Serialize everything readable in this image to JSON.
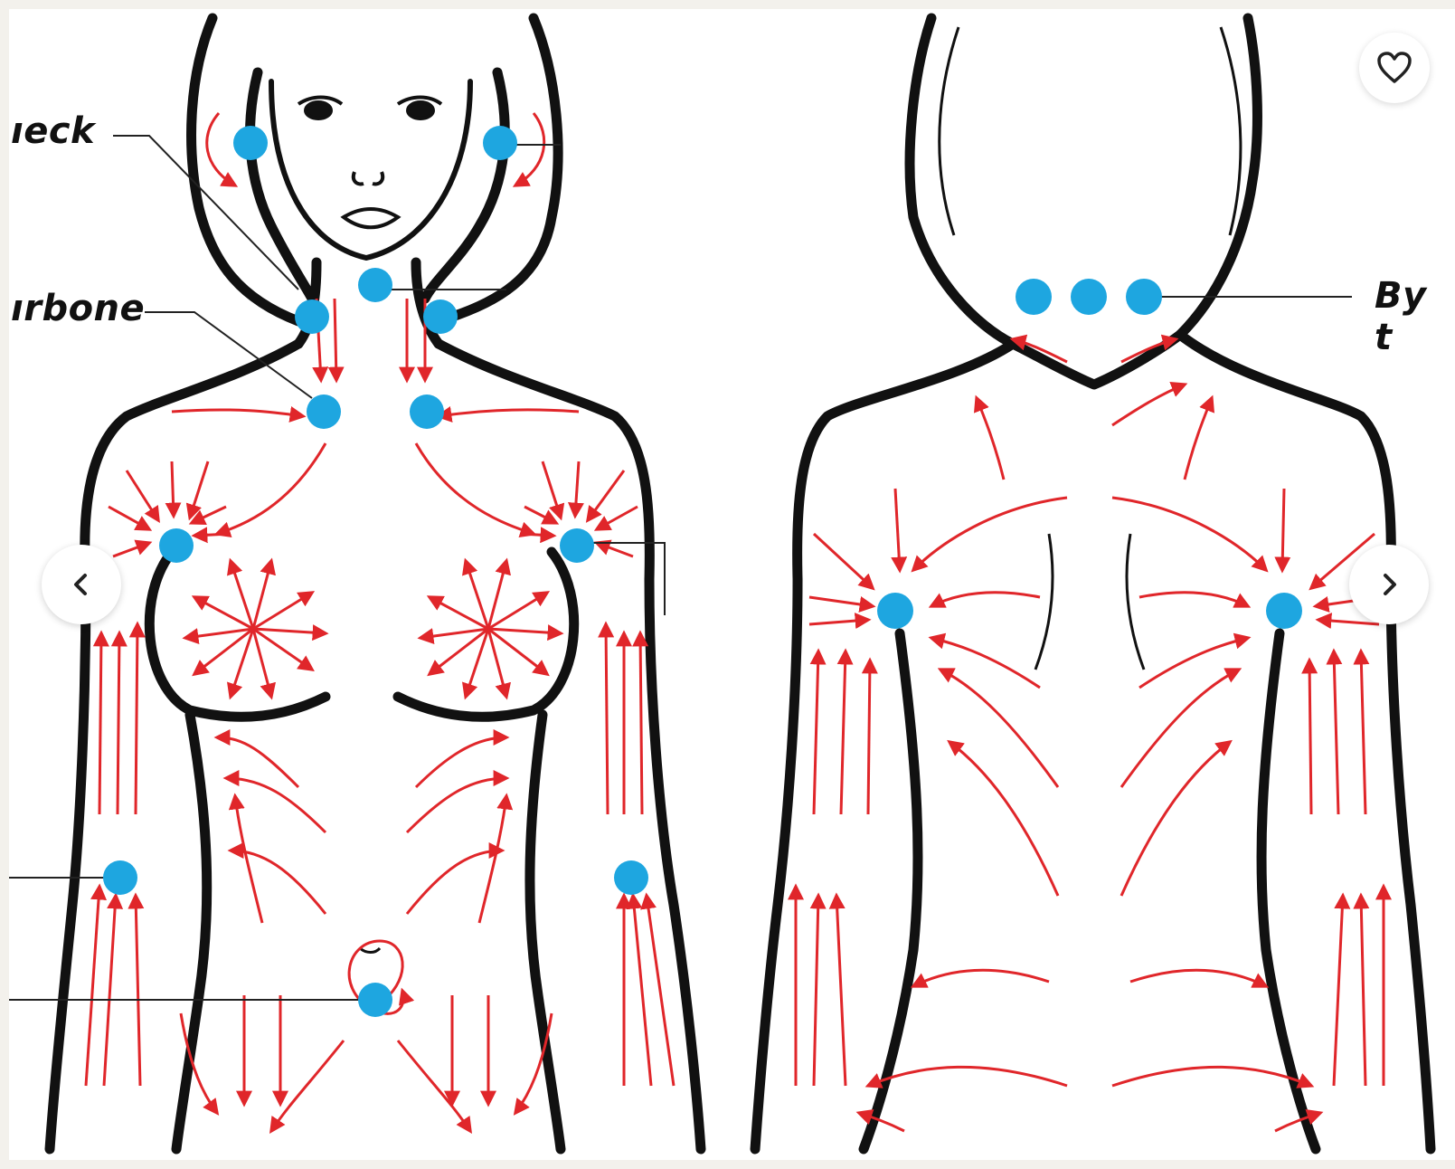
{
  "labels": {
    "neck": "ıeck",
    "collarbone": "ırbone",
    "back_neck": "By t"
  },
  "controls": {
    "prev_icon": "chevron-left-icon",
    "next_icon": "chevron-right-icon",
    "favorite_icon": "heart-icon"
  },
  "colors": {
    "node": "#1ea6e0",
    "arrow": "#e0262a",
    "outline": "#111111",
    "background": "#f3f1ec"
  }
}
